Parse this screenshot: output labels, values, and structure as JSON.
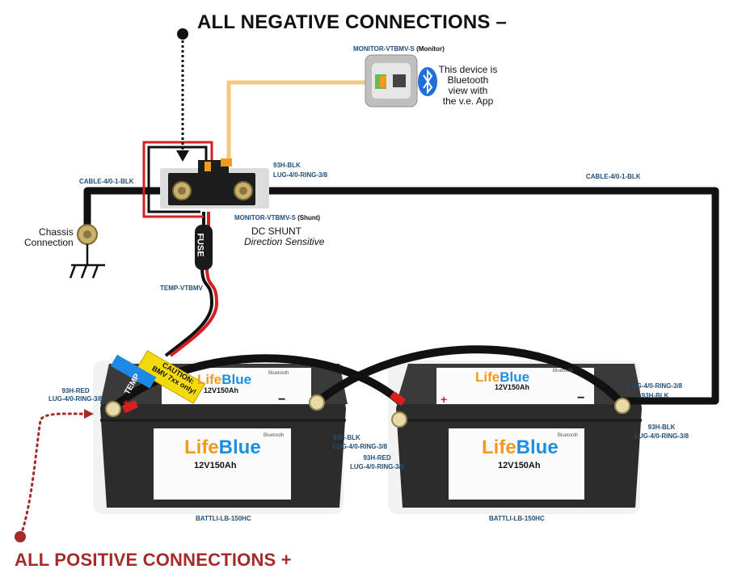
{
  "headings": {
    "negative": "ALL NEGATIVE CONNECTIONS –",
    "positive": "ALL POSITIVE CONNECTIONS +"
  },
  "monitor": {
    "title": "MONITOR-VTBMV-S",
    "title_suffix": "(Monitor)",
    "bluetooth_note": [
      "This device is",
      "Bluetooth",
      "view with",
      "the v.e. App"
    ]
  },
  "shunt": {
    "title": "MONITOR-VTBMV-S",
    "title_suffix": "(Shunt)",
    "name": "DC SHUNT",
    "note": "Direction Sensitive",
    "right_lug_tag": [
      "93H-BLK",
      "LUG-4/0-RING-3/8"
    ]
  },
  "cables": {
    "left_cable": "CABLE-4/0-1-BLK",
    "right_cable": "CABLE-4/0-1-BLK",
    "temp_cable": "TEMP-VTBMV",
    "fuse_label": "FUSE"
  },
  "chassis": {
    "label": [
      "Chassis",
      "Connection"
    ]
  },
  "battery_left": {
    "brand_prefix": "Life",
    "brand_suffix": "Blue",
    "model": "12V150Ah",
    "part": "BATTLI-LB-150HC",
    "pos_tag": [
      "93H-RED",
      "LUG-4/0-RING-3/8"
    ],
    "neg_tag": [
      "93H-BLK",
      "LUG-4/0-RING-3/8"
    ],
    "plus": "+",
    "minus": "−",
    "bluetooth_badge": "Bluetooth"
  },
  "battery_right": {
    "brand_prefix": "Life",
    "brand_suffix": "Blue",
    "model": "12V150Ah",
    "part": "BATTLI-LB-150HC",
    "pos_tag": [
      "93H-RED",
      "LUG-4/0-RING-3/8"
    ],
    "neg_tag_top": [
      "LUG-4/0-RING-3/8",
      "93H-BLK"
    ],
    "neg_tag_bottom": [
      "93H-BLK",
      "LUG-4/0-RING-3/8"
    ],
    "plus": "+",
    "minus": "−",
    "bluetooth_badge": "Bluetooth"
  },
  "caution_sticker": {
    "line1": "CAUTION:",
    "line2": "BMV 7xx only!",
    "temp": "TEMP"
  },
  "colors": {
    "negative_cable": "#111111",
    "positive_cable": "#d61f1f",
    "monitor_cable": "#f5c882",
    "positive_heading": "#a52a2a",
    "tag_blue": "#1f4e79",
    "bluetooth": "#1e6fd9",
    "battery_body": "#2c2c2c",
    "brand_blue": "#1c8fe0",
    "brand_orange": "#f39a1d"
  }
}
